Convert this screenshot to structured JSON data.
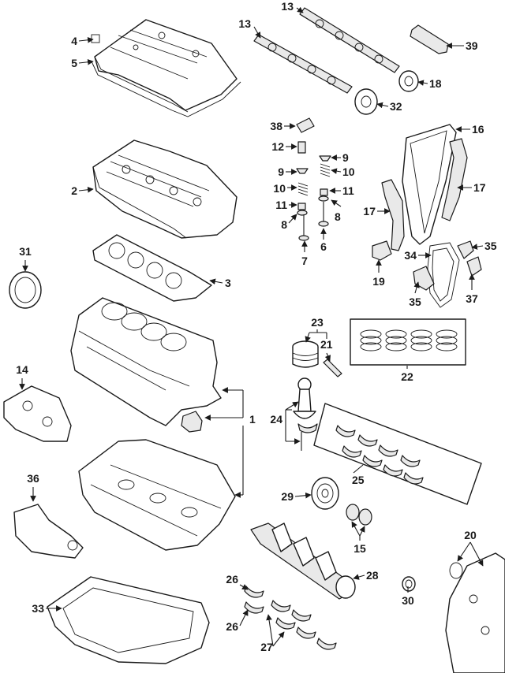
{
  "callouts": {
    "c1": "1",
    "c2": "2",
    "c3": "3",
    "c4": "4",
    "c5": "5",
    "c6": "6",
    "c7": "7",
    "c8a": "8",
    "c8b": "8",
    "c9a": "9",
    "c9b": "9",
    "c10a": "10",
    "c10b": "10",
    "c11a": "11",
    "c11b": "11",
    "c12": "12",
    "c13a": "13",
    "c13b": "13",
    "c14": "14",
    "c15": "15",
    "c16": "16",
    "c17a": "17",
    "c17b": "17",
    "c18": "18",
    "c19": "19",
    "c20": "20",
    "c21": "21",
    "c22": "22",
    "c23": "23",
    "c24": "24",
    "c25": "25",
    "c26a": "26",
    "c26b": "26",
    "c27": "27",
    "c28": "28",
    "c29": "29",
    "c30": "30",
    "c31": "31",
    "c32": "32",
    "c33": "33",
    "c34": "34",
    "c35a": "35",
    "c35b": "35",
    "c36": "36",
    "c37": "37",
    "c38": "38",
    "c39": "39"
  }
}
